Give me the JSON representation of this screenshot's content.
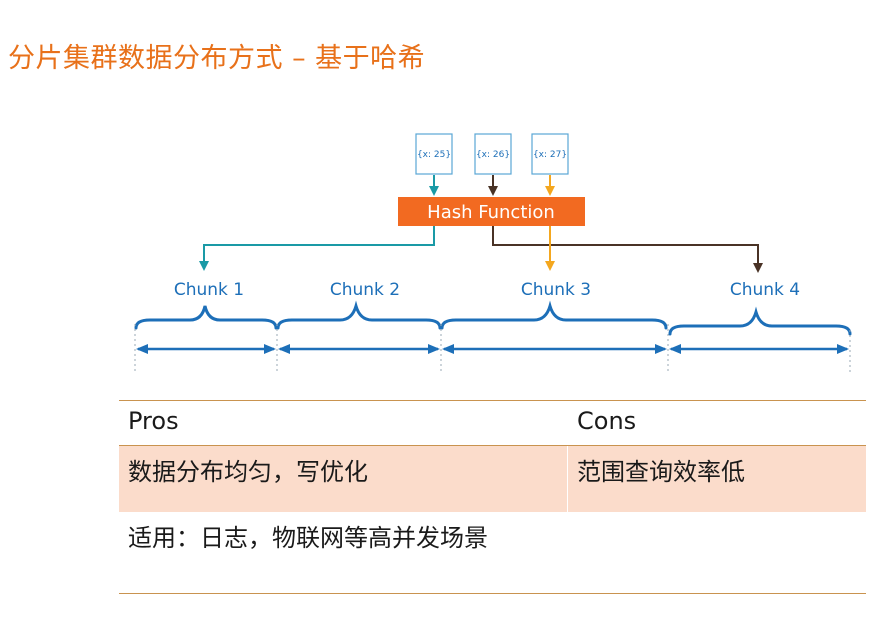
{
  "title": "分片集群数据分布方式 – 基于哈希",
  "diagram": {
    "keys": [
      "{x: 25}",
      "{x: 26}",
      "{x: 27}"
    ],
    "hash_function": "Hash Function",
    "chunks": [
      "Chunk 1",
      "Chunk 2",
      "Chunk 3",
      "Chunk 4"
    ],
    "colors": {
      "accent_orange": "#e8711a",
      "hash_box": "#f26a21",
      "teal": "#1a9aa6",
      "brown": "#4a3326",
      "gold": "#f4a71f",
      "blue": "#1d6fb8",
      "key_border": "#5aa7d6"
    }
  },
  "table": {
    "headers": {
      "left": "Pros",
      "right": "Cons"
    },
    "pros": "数据分布均匀，写优化",
    "cons": "范围查询效率低",
    "usage": "适用：日志，物联网等高并发场景"
  }
}
